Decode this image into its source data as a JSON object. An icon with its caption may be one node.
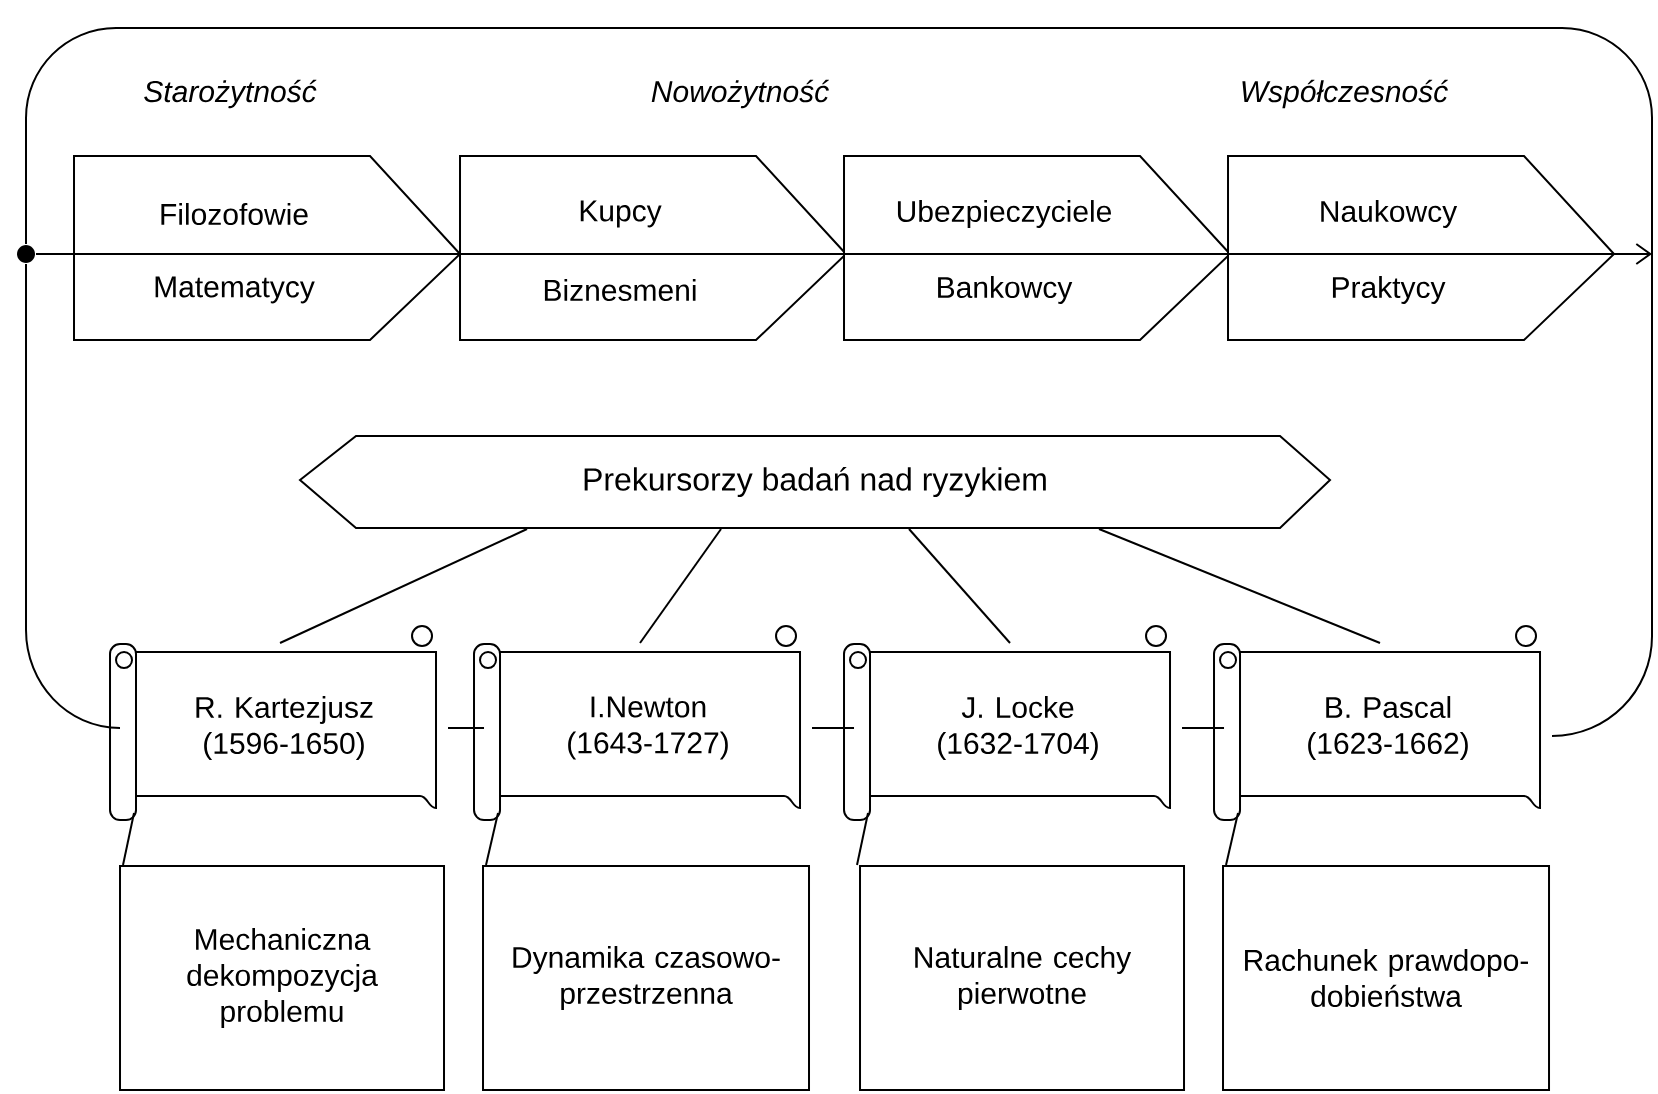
{
  "diagram": {
    "nodes": [
      {
        "text": [],
        "shape": "circle"
      },
      {
        "text": [
          "Filozofowie",
          "Matematycy"
        ]
      },
      {
        "text": [
          "Kupcy",
          "Biznesmeni"
        ]
      },
      {
        "text": [
          "Ubezpieczyciele",
          "Bankowcy"
        ]
      },
      {
        "text": [
          "Naukowcy",
          "Praktycy"
        ]
      },
      {
        "text": [
          "Prekursorzy badań nad ryzykiem"
        ]
      },
      {
        "text": [
          "R. Kartezjusz (1596-1650)"
        ]
      },
      {
        "text": [
          "I.Newton (1643-1727)"
        ]
      },
      {
        "text": [
          "J. Locke (1632-1704)"
        ]
      },
      {
        "text": [
          "B. Pascal (1623-1662)"
        ]
      },
      {
        "text": [
          "Mechaniczna dekompozycja problemu"
        ]
      },
      {
        "text": [
          "Dynamika czasowo-przestrzenna"
        ]
      },
      {
        "text": [
          "Naturalne cechy pierwotne"
        ]
      },
      {
        "text": [
          "Rachunek prawdopo-dobieństwa"
        ]
      }
    ],
    "edges": [
      {
        "from": 0,
        "to": null,
        "arrow": "to"
      },
      {
        "from": 0,
        "to": 6,
        "arrow": "none"
      },
      {
        "from": 0,
        "to": 9,
        "arrow": "none"
      },
      {
        "from": 5,
        "to": 6,
        "arrow": "none"
      },
      {
        "from": 5,
        "to": 7,
        "arrow": "none"
      },
      {
        "from": 5,
        "to": 8,
        "arrow": "none"
      },
      {
        "from": 5,
        "to": 9,
        "arrow": "none"
      },
      {
        "from": 6,
        "to": 7,
        "arrow": "none"
      },
      {
        "from": 7,
        "to": 8,
        "arrow": "none"
      },
      {
        "from": 8,
        "to": 9,
        "arrow": "none"
      },
      {
        "from": 6,
        "to": 10,
        "arrow": "none"
      },
      {
        "from": 7,
        "to": 11,
        "arrow": "none"
      },
      {
        "from": 8,
        "to": 12,
        "arrow": "none"
      },
      {
        "from": 9,
        "to": 13,
        "arrow": "none"
      }
    ],
    "labels": [
      "Starożytność",
      "Nowożytność",
      "Współczesność"
    ]
  }
}
